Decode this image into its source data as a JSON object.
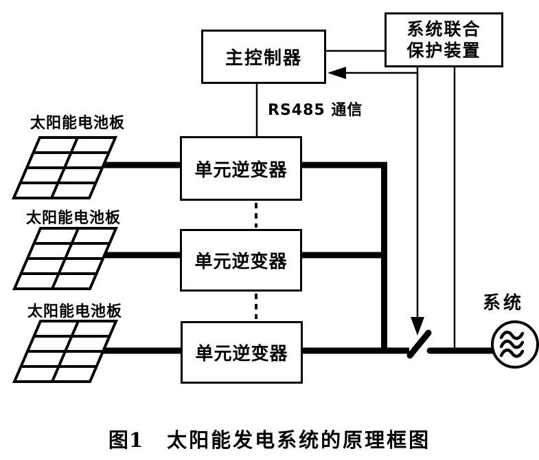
{
  "colors": {
    "ink": "#000000",
    "background": "#ffffff"
  },
  "diagram": {
    "main_controller": {
      "label": "主控制器"
    },
    "protection_device": {
      "line1": "系统联合",
      "line2": "保护装置"
    },
    "inverters": [
      {
        "label": "单元逆变器"
      },
      {
        "label": "单元逆变器"
      },
      {
        "label": "单元逆变器"
      }
    ],
    "solar_panel_label": "太阳能电池板",
    "rs485_label": "RS485 通信",
    "grid_label": "系统",
    "caption": {
      "figure_number": "图1",
      "title": "太阳能发电系统的原理框图"
    }
  }
}
